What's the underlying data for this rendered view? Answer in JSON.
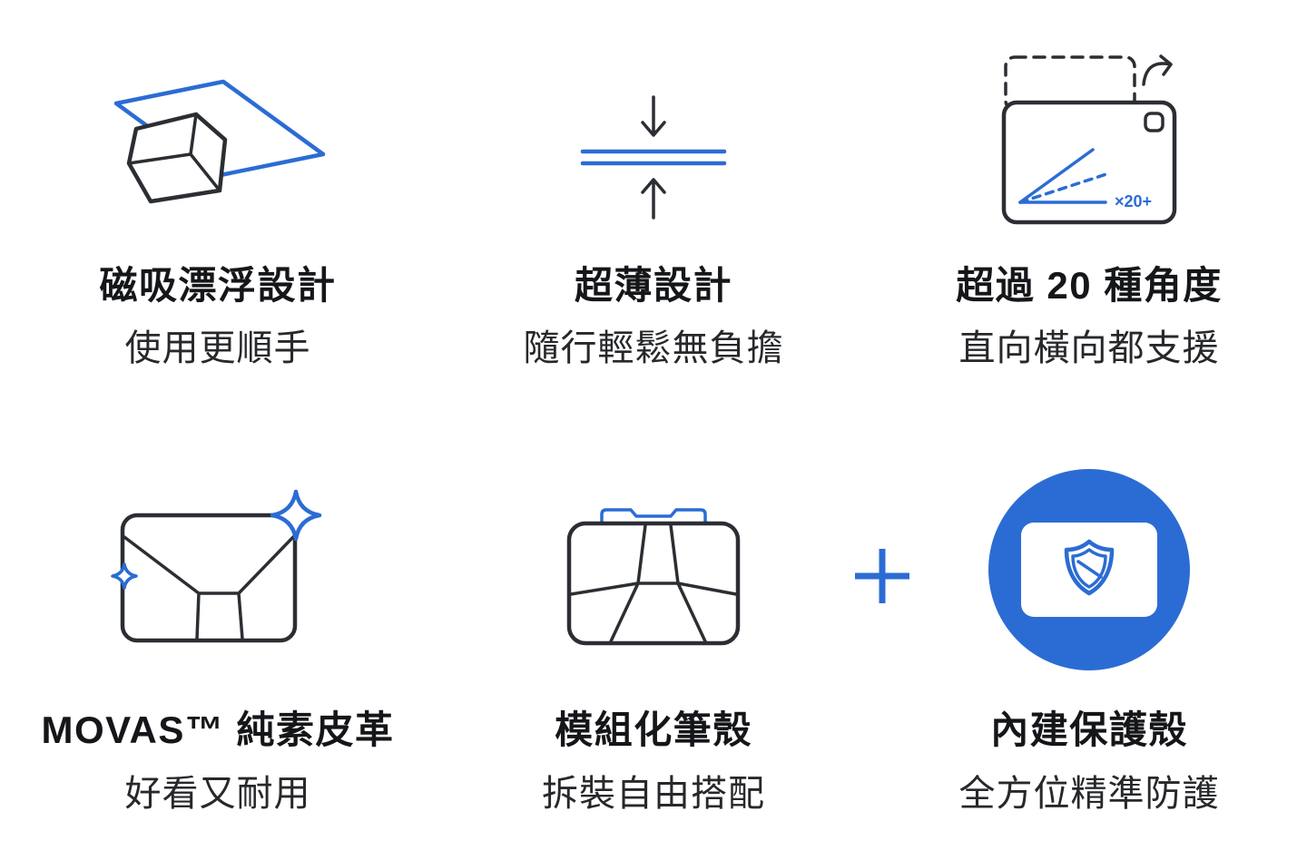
{
  "page": {
    "background": "#ffffff",
    "accent_blue": "#2b6cd4",
    "ink_color": "#2b2e33",
    "title_color": "#141619",
    "subtitle_color": "#26282b"
  },
  "features": [
    {
      "icon": "magnetic-float-icon",
      "title": "磁吸漂浮設計",
      "subtitle": "使用更順手"
    },
    {
      "icon": "ultra-thin-icon",
      "title": "超薄設計",
      "subtitle": "隨行輕鬆無負擔"
    },
    {
      "icon": "multi-angle-icon",
      "title": "超過 20 種角度",
      "subtitle": "直向橫向都支援",
      "icon_label": "×20+"
    },
    {
      "icon": "vegan-leather-sparkle-icon",
      "title": "MOVAS™ 純素皮革",
      "subtitle": "好看又耐用"
    },
    {
      "icon": "modular-pen-case-icon",
      "title": "模組化筆殼",
      "subtitle": "拆裝自由搭配"
    },
    {
      "icon": "built-in-shield-case-icon",
      "title": "內建保護殼",
      "subtitle": "全方位精準防護"
    }
  ],
  "plus_symbol": "+"
}
